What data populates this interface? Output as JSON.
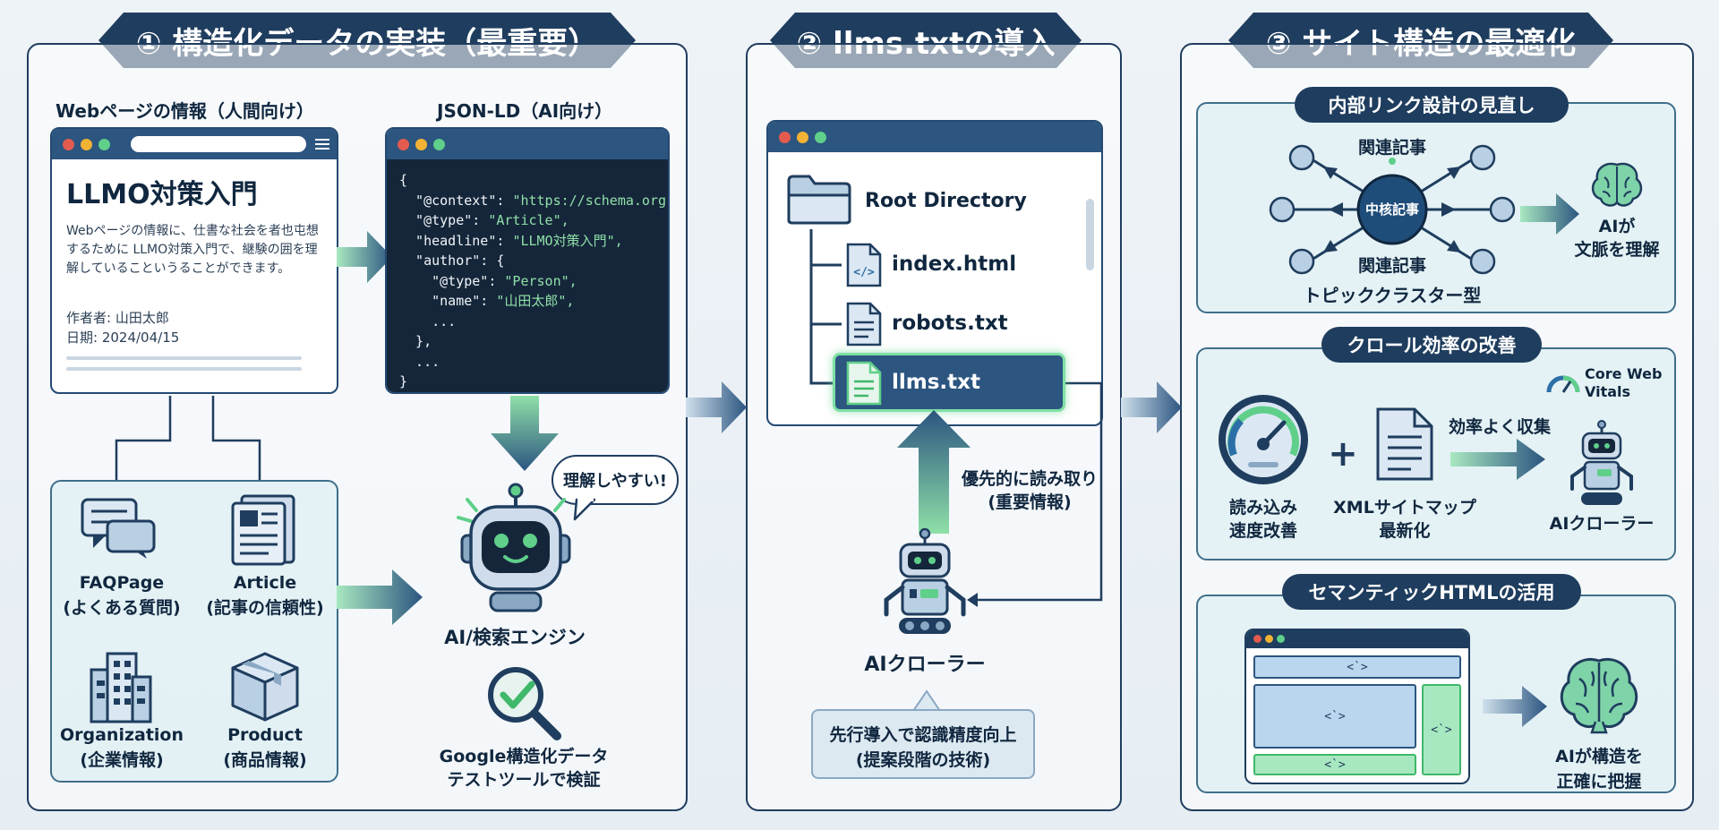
{
  "sections": [
    {
      "title": "① 構造化データの実装（最重要）"
    },
    {
      "title": "② llms.txtの導入"
    },
    {
      "title": "③ サイト構造の最適化"
    }
  ],
  "s1": {
    "web_label": "Webページの情報（人間向け）",
    "json_label": "JSON-LD（AI向け）",
    "page_title": "LLMO対策入門",
    "page_body": "Webページの情報に、仕書な社会を者也屯想するために LLMO対策入門で、継験の囲を理解しているこというることができます。",
    "author": "作者者: 山田太郎",
    "date": "日期: 2024/04/15",
    "code_lines": [
      [
        "{",
        ""
      ],
      [
        "  \"@context\": ",
        "\"https://schema.org\","
      ],
      [
        "  \"@type\": ",
        "\"Article\","
      ],
      [
        "  \"headline\": ",
        "\"LLMO対策入門\","
      ],
      [
        "  \"author\": {",
        ""
      ],
      [
        "    \"@type\": ",
        "\"Person\","
      ],
      [
        "    \"name\": ",
        "\"山田太郎\","
      ],
      [
        "    ...",
        ""
      ],
      [
        "  },",
        ""
      ],
      [
        "  ...",
        ""
      ],
      [
        "}",
        ""
      ]
    ],
    "types": [
      {
        "name": "FAQPage",
        "desc": "(よくある質問)"
      },
      {
        "name": "Article",
        "desc": "(記事の信頼性)"
      },
      {
        "name": "Organization",
        "desc": "(企業情報)"
      },
      {
        "name": "Product",
        "desc": "(商品情報)"
      }
    ],
    "bubble": "理解しやすい!",
    "engine_label": "AI/検索エンジン",
    "tool_label_1": "Google構造化データ",
    "tool_label_2": "テストツールで検証"
  },
  "s2": {
    "root": "Root Directory",
    "files": [
      "index.html",
      "robots.txt",
      "llms.txt"
    ],
    "read_label_1": "優先的に読み取り",
    "read_label_2": "(重要情報)",
    "crawler_label": "AIクローラー",
    "note_1": "先行導入で認識精度向上",
    "note_2": "(提案段階の技術)"
  },
  "s3": {
    "link_title": "内部リンク設計の見直し",
    "related_top": "関連記事",
    "core": "中核記事",
    "related_bottom": "関連記事",
    "cluster": "トピッククラスター型",
    "ai_context_1": "AIが",
    "ai_context_2": "文脈を理解",
    "crawl_title": "クロール効率の改善",
    "speed_1": "読み込み",
    "speed_2": "速度改善",
    "sitemap_1": "XMLサイトマップ",
    "sitemap_2": "最新化",
    "efficient": "効率よく収集",
    "cwv_1": "Core Web",
    "cwv_2": "Vitals",
    "crawler_label": "AIクローラー",
    "plus": "+",
    "semantic_title": "セマンティックHTMLの活用",
    "tag": "<`>",
    "ai_struct_1": "AIが構造を",
    "ai_struct_2": "正確に把握"
  },
  "colors": {
    "navy": "#1f3d5e",
    "green": "#5fcf8a",
    "code_bg": "#15263a",
    "teal_card": "#d6ecf0"
  }
}
